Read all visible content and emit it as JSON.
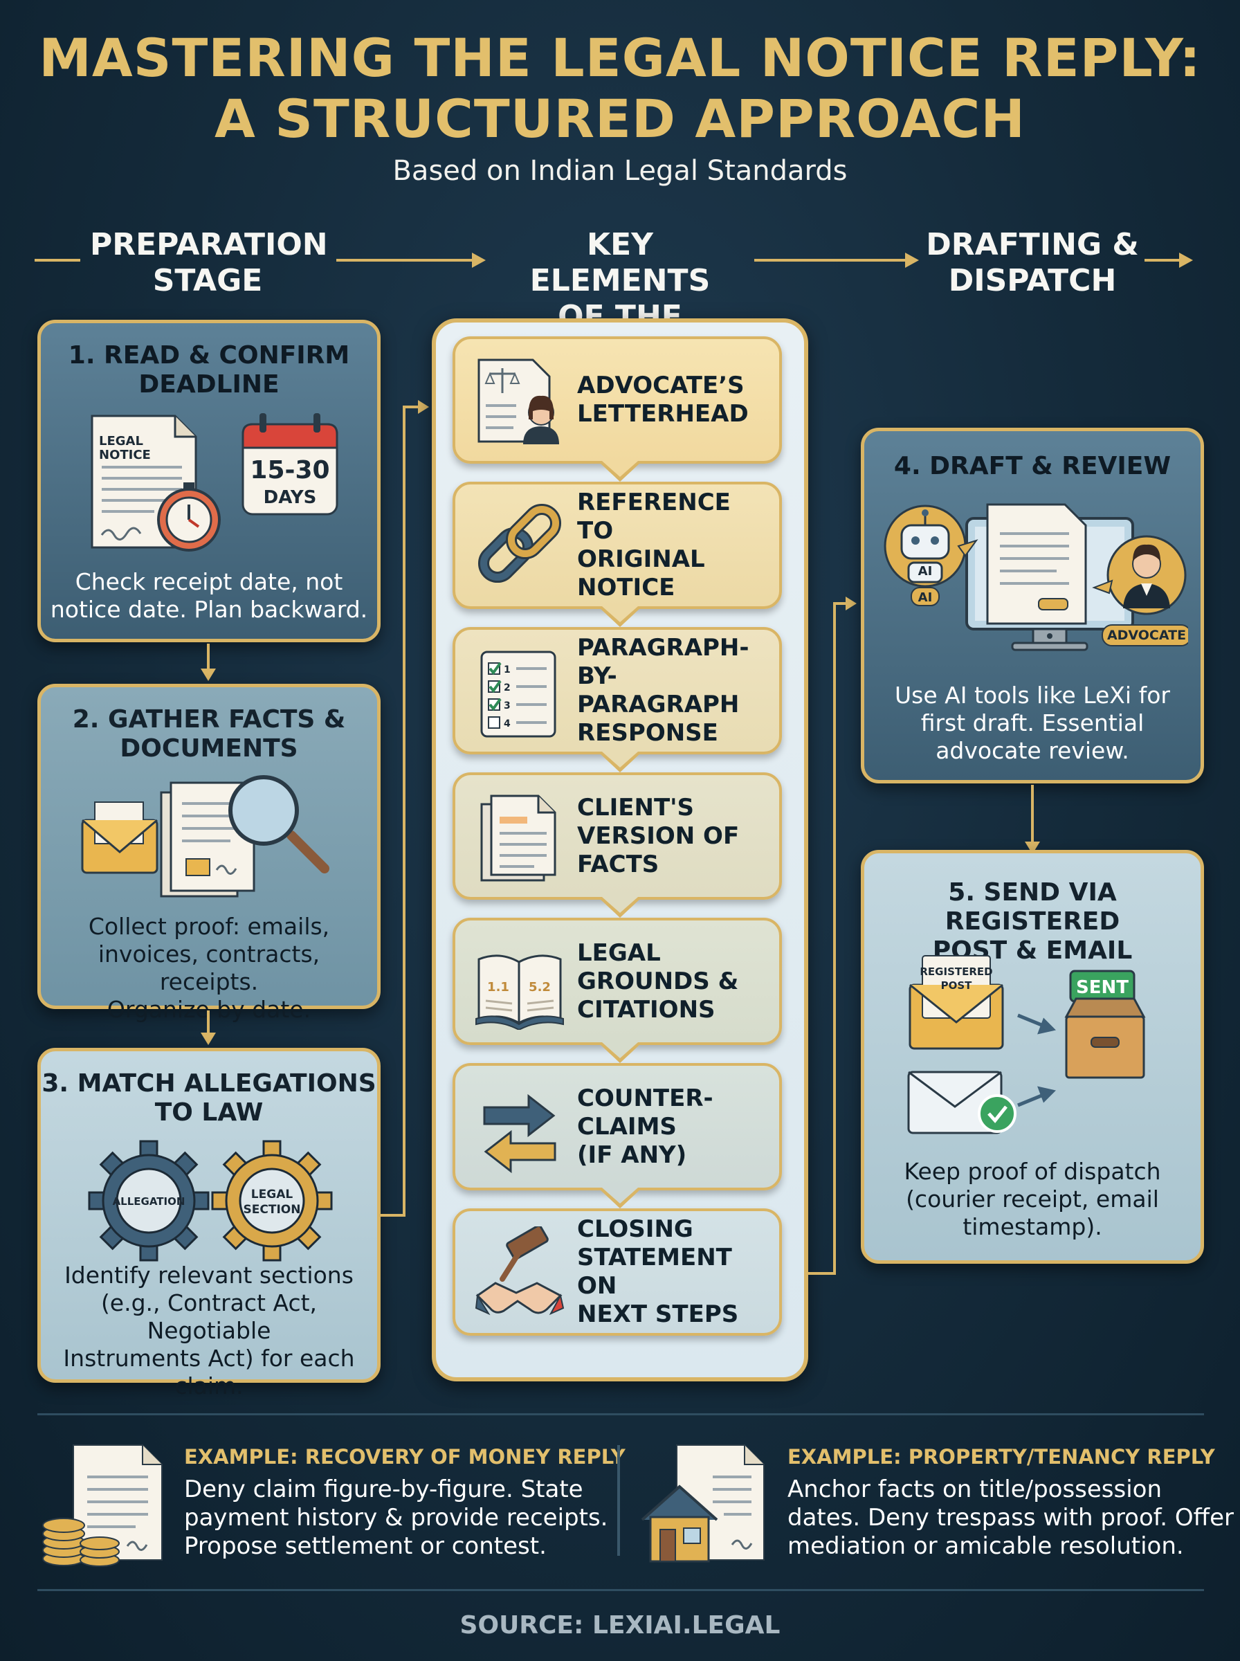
{
  "title_line1": "MASTERING THE LEGAL NOTICE REPLY:",
  "title_line2": "A STRUCTURED APPROACH",
  "subtitle": "Based on Indian Legal Standards",
  "stages": {
    "prep_line1": "PREPARATION",
    "prep_line2": "STAGE",
    "key_line1": "KEY ELEMENTS",
    "key_line2": "OF THE REPLY",
    "draft_line1": "DRAFTING &",
    "draft_line2": "DISPATCH"
  },
  "step1": {
    "title_line1": "1. READ & CONFIRM",
    "title_line2": "DEADLINE",
    "doc_label_line1": "LEGAL",
    "doc_label_line2": "NOTICE",
    "calendar_line1": "15-30",
    "calendar_line2": "DAYS",
    "text_line1": "Check receipt date, not",
    "text_line2": "notice date. Plan backward."
  },
  "step2": {
    "title_line1": "2. GATHER FACTS &",
    "title_line2": "DOCUMENTS",
    "text_line1": "Collect proof: emails,",
    "text_line2": "invoices, contracts, receipts.",
    "text_line3": "Organize by date."
  },
  "step3": {
    "title_line1": "3. MATCH ALLEGATIONS",
    "title_line2": "TO LAW",
    "gear1_label": "ALLEGATION",
    "gear2_line1": "LEGAL",
    "gear2_line2": "SECTION",
    "text_line1": "Identify relevant sections",
    "text_line2": "(e.g., Contract Act, Negotiable",
    "text_line3": "Instruments Act) for each",
    "text_line4": "claim."
  },
  "elements": [
    {
      "line1": "ADVOCATE’S",
      "line2": "LETTERHEAD",
      "line3": ""
    },
    {
      "line1": "REFERENCE TO",
      "line2": "ORIGINAL",
      "line3": "NOTICE"
    },
    {
      "line1": "PARAGRAPH-",
      "line2": "BY-PARAGRAPH",
      "line3": "RESPONSE"
    },
    {
      "line1": "CLIENT'S",
      "line2": "VERSION OF",
      "line3": "FACTS"
    },
    {
      "line1": "LEGAL",
      "line2": "GROUNDS &",
      "line3": "CITATIONS"
    },
    {
      "line1": "COUNTER-",
      "line2": "CLAIMS",
      "line3": "(IF ANY)"
    },
    {
      "line1": "CLOSING",
      "line2": "STATEMENT ON",
      "line3": "NEXT STEPS"
    }
  ],
  "checklist_numbers": [
    "1",
    "2",
    "3",
    "4"
  ],
  "book_numbers": [
    "1.1",
    "5.2"
  ],
  "step4": {
    "title": "4. DRAFT & REVIEW",
    "ai_label_1": "AI",
    "ai_label_2": "AI",
    "advocate_label": "ADVOCATE",
    "text_line1": "Use AI tools like LeXi for",
    "text_line2": "first draft. Essential",
    "text_line3": "advocate review."
  },
  "step5": {
    "title_line1": "5. SEND VIA REGISTERED",
    "title_line2": "POST & EMAIL",
    "envelope_line1": "REGISTERED",
    "envelope_line2": "POST",
    "sent_label": "SENT",
    "text_line1": "Keep proof of dispatch",
    "text_line2": "(courier receipt, email",
    "text_line3": "timestamp)."
  },
  "example1": {
    "title": "EXAMPLE: RECOVERY OF MONEY REPLY",
    "text_line1": "Deny claim figure-by-figure. State",
    "text_line2": "payment history & provide receipts.",
    "text_line3": "Propose settlement or contest."
  },
  "example2": {
    "title": "EXAMPLE: PROPERTY/TENANCY REPLY",
    "text_line1": "Anchor facts on title/possession",
    "text_line2": "dates. Deny trespass with proof. Offer",
    "text_line3": "mediation or amicable resolution."
  },
  "source": "SOURCE: LEXIAI.LEGAL",
  "colors": {
    "gold": "#d9b565",
    "title_gold": "#e2bf6c",
    "navy": "#142a3a"
  },
  "icons": [
    "legal-notice-icon",
    "stopwatch-icon",
    "calendar-icon",
    "envelope-icon",
    "documents-icon",
    "magnifier-icon",
    "allegation-gear-icon",
    "legal-section-gear-icon",
    "letterhead-icon",
    "chain-link-icon",
    "checklist-icon",
    "document-icon",
    "open-book-icon",
    "arrows-icon",
    "gavel-handshake-icon",
    "ai-robot-icon",
    "monitor-icon",
    "advocate-avatar-icon",
    "registered-post-icon",
    "sent-box-icon",
    "email-check-icon",
    "money-doc-icon",
    "house-doc-icon"
  ]
}
